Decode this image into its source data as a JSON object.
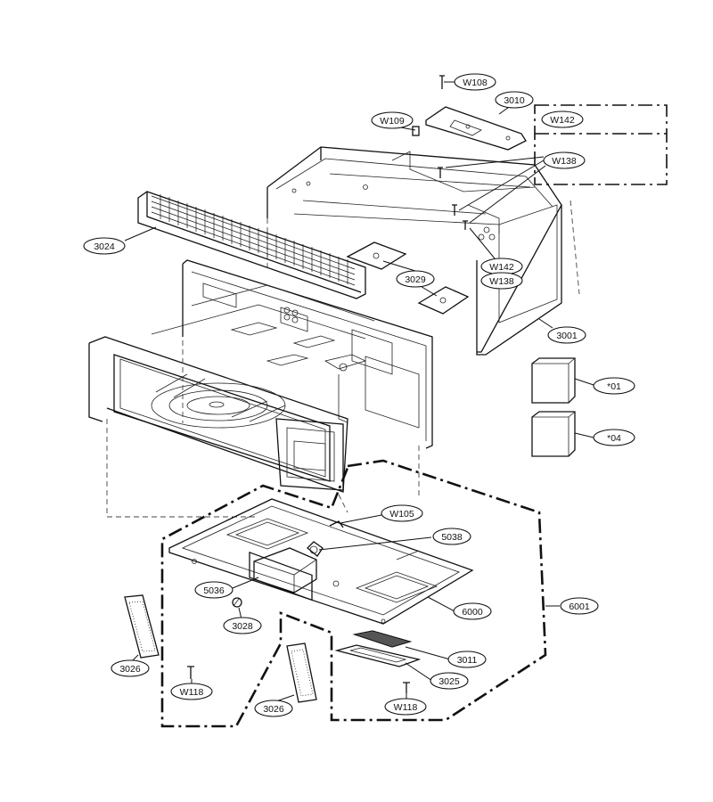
{
  "callouts": {
    "w108": "W108",
    "p3010": "3010",
    "w109": "W109",
    "w142_box": "W142",
    "w138_top": "W138",
    "p3024": "3024",
    "p3029": "3029",
    "w142": "W142",
    "w138": "W138",
    "p3001": "3001",
    "star01": "*01",
    "star04": "*04",
    "w105": "W105",
    "p5038": "5038",
    "p5036": "5036",
    "p6000": "6000",
    "p6001": "6001",
    "p3028": "3028",
    "p3026_left": "3026",
    "p3026_center": "3026",
    "w118_left": "W118",
    "p3011": "3011",
    "p3025": "3025",
    "w118_right": "W118"
  }
}
